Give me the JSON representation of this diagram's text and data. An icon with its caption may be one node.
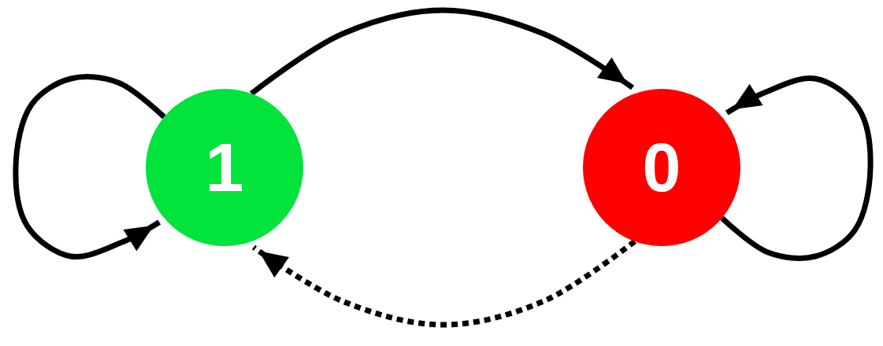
{
  "diagram": {
    "nodes": [
      {
        "text": [
          "1"
        ]
      },
      {
        "text": [
          "0"
        ]
      }
    ],
    "edges": [
      {
        "from": 0,
        "to": 0,
        "arrow": "to"
      },
      {
        "from": 0,
        "to": 1,
        "arrow": "to"
      },
      {
        "from": 1,
        "to": 1,
        "arrow": "to"
      },
      {
        "from": 1,
        "to": 0,
        "arrow": "to",
        "style": "dashed"
      }
    ]
  }
}
